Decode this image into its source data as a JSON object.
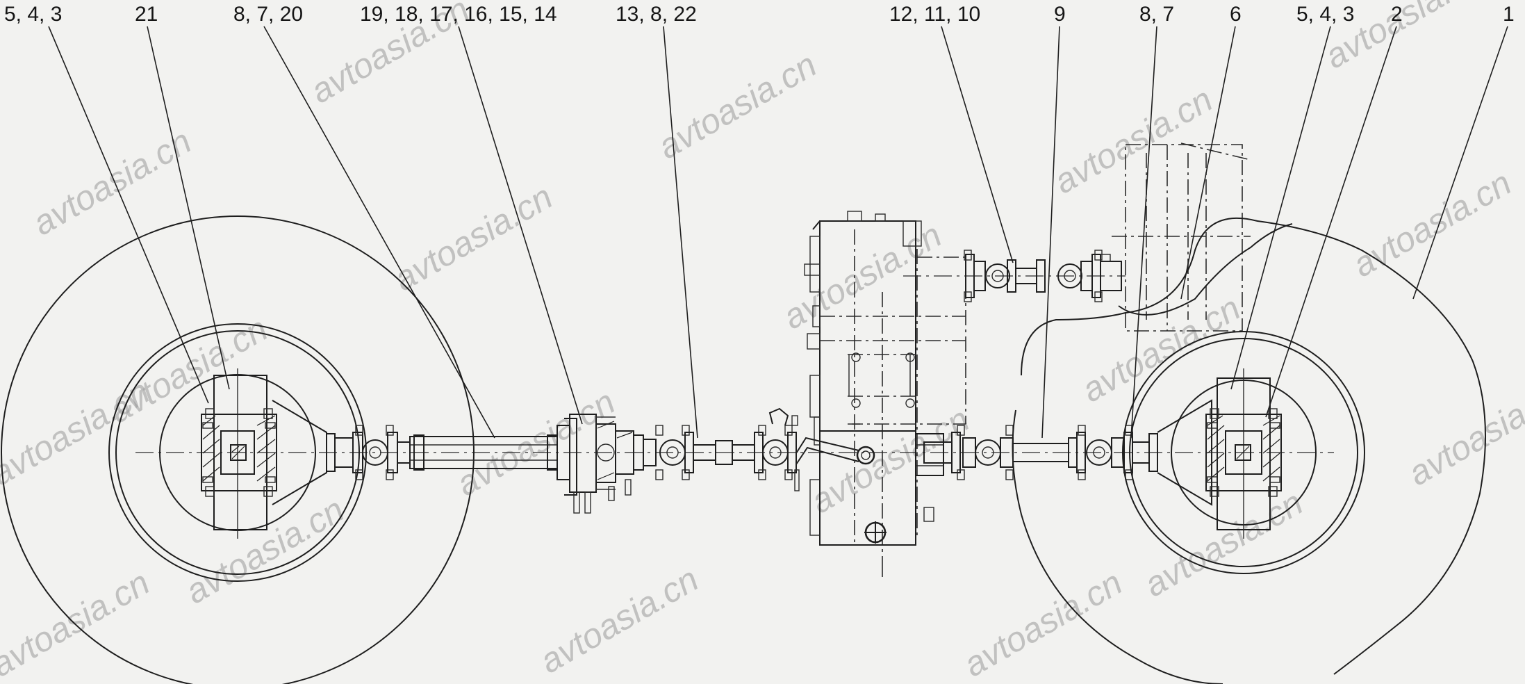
{
  "diagram": {
    "callouts": [
      {
        "id": "c1",
        "text": "5, 4, 3"
      },
      {
        "id": "c2",
        "text": "21"
      },
      {
        "id": "c3",
        "text": "8, 7, 20"
      },
      {
        "id": "c4",
        "text": "19, 18, 17, 16, 15, 14"
      },
      {
        "id": "c5",
        "text": "13, 8, 22"
      },
      {
        "id": "c6",
        "text": "12, 11, 10"
      },
      {
        "id": "c7",
        "text": "9"
      },
      {
        "id": "c8",
        "text": "8, 7"
      },
      {
        "id": "c9",
        "text": "6"
      },
      {
        "id": "c10",
        "text": "5, 4, 3"
      },
      {
        "id": "c11",
        "text": "2"
      },
      {
        "id": "c12",
        "text": "1"
      }
    ],
    "watermark": "avtoasia.cn"
  }
}
